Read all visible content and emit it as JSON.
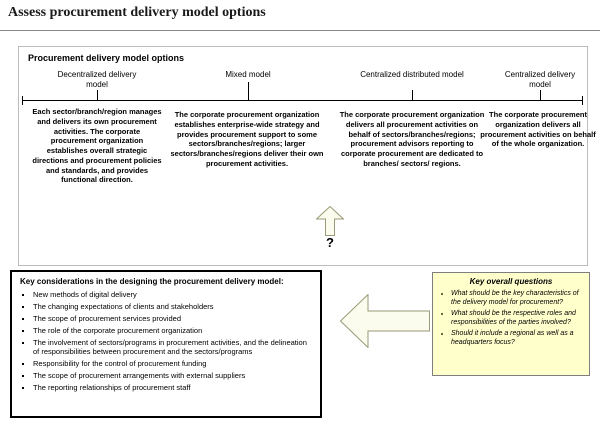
{
  "page": {
    "title": "Assess procurement delivery model options"
  },
  "options": {
    "heading": "Procurement delivery model options",
    "question_mark": "?",
    "models": [
      {
        "name": "Decentralized delivery model",
        "description": "Each sector/branch/region manages and delivers its own procurement activities. The corporate procurement organization establishes overall strategic directions and procurement policies and standards, and provides functional direction."
      },
      {
        "name": "Mixed model",
        "description": "The corporate procurement organization establishes enterprise-wide strategy and provides procurement support to some sectors/branches/regions; larger sectors/branches/regions deliver their own procurement activities."
      },
      {
        "name": "Centralized distributed model",
        "description": "The corporate procurement organization delivers all procurement activities on behalf of sectors/branches/regions; procurement advisors reporting to corporate procurement are dedicated to branches/ sectors/ regions."
      },
      {
        "name": "Centralized delivery model",
        "description": "The corporate procurement organization delivers all procurement activities on behalf of the whole organization."
      }
    ]
  },
  "considerations": {
    "heading": "Key considerations in the designing the procurement delivery model:",
    "items": [
      "New methods of digital delivery",
      "The changing expectations of clients and stakeholders",
      "The scope of procurement services provided",
      "The role of the corporate procurement organization",
      "The involvement of sectors/programs in procurement activities, and the delineation of responsibilities between procurement and the sectors/programs",
      "Responsibility for the control of procurement funding",
      "The scope of procurement arrangements with external suppliers",
      "The reporting relationships of procurement staff"
    ]
  },
  "questions": {
    "heading": "Key overall questions",
    "items": [
      "What should be the key characteristics of the delivery model for procurement?",
      "What should be the respective roles and responsibilities of the parties involved?",
      "Should it include a regional as well as a headquarters  focus?"
    ]
  },
  "colors": {
    "arrow_fill": "#FBFBEE",
    "arrow_border": "#9A9A78",
    "questions_box_fill": "#FFFFCC",
    "box_border": "#000000"
  }
}
